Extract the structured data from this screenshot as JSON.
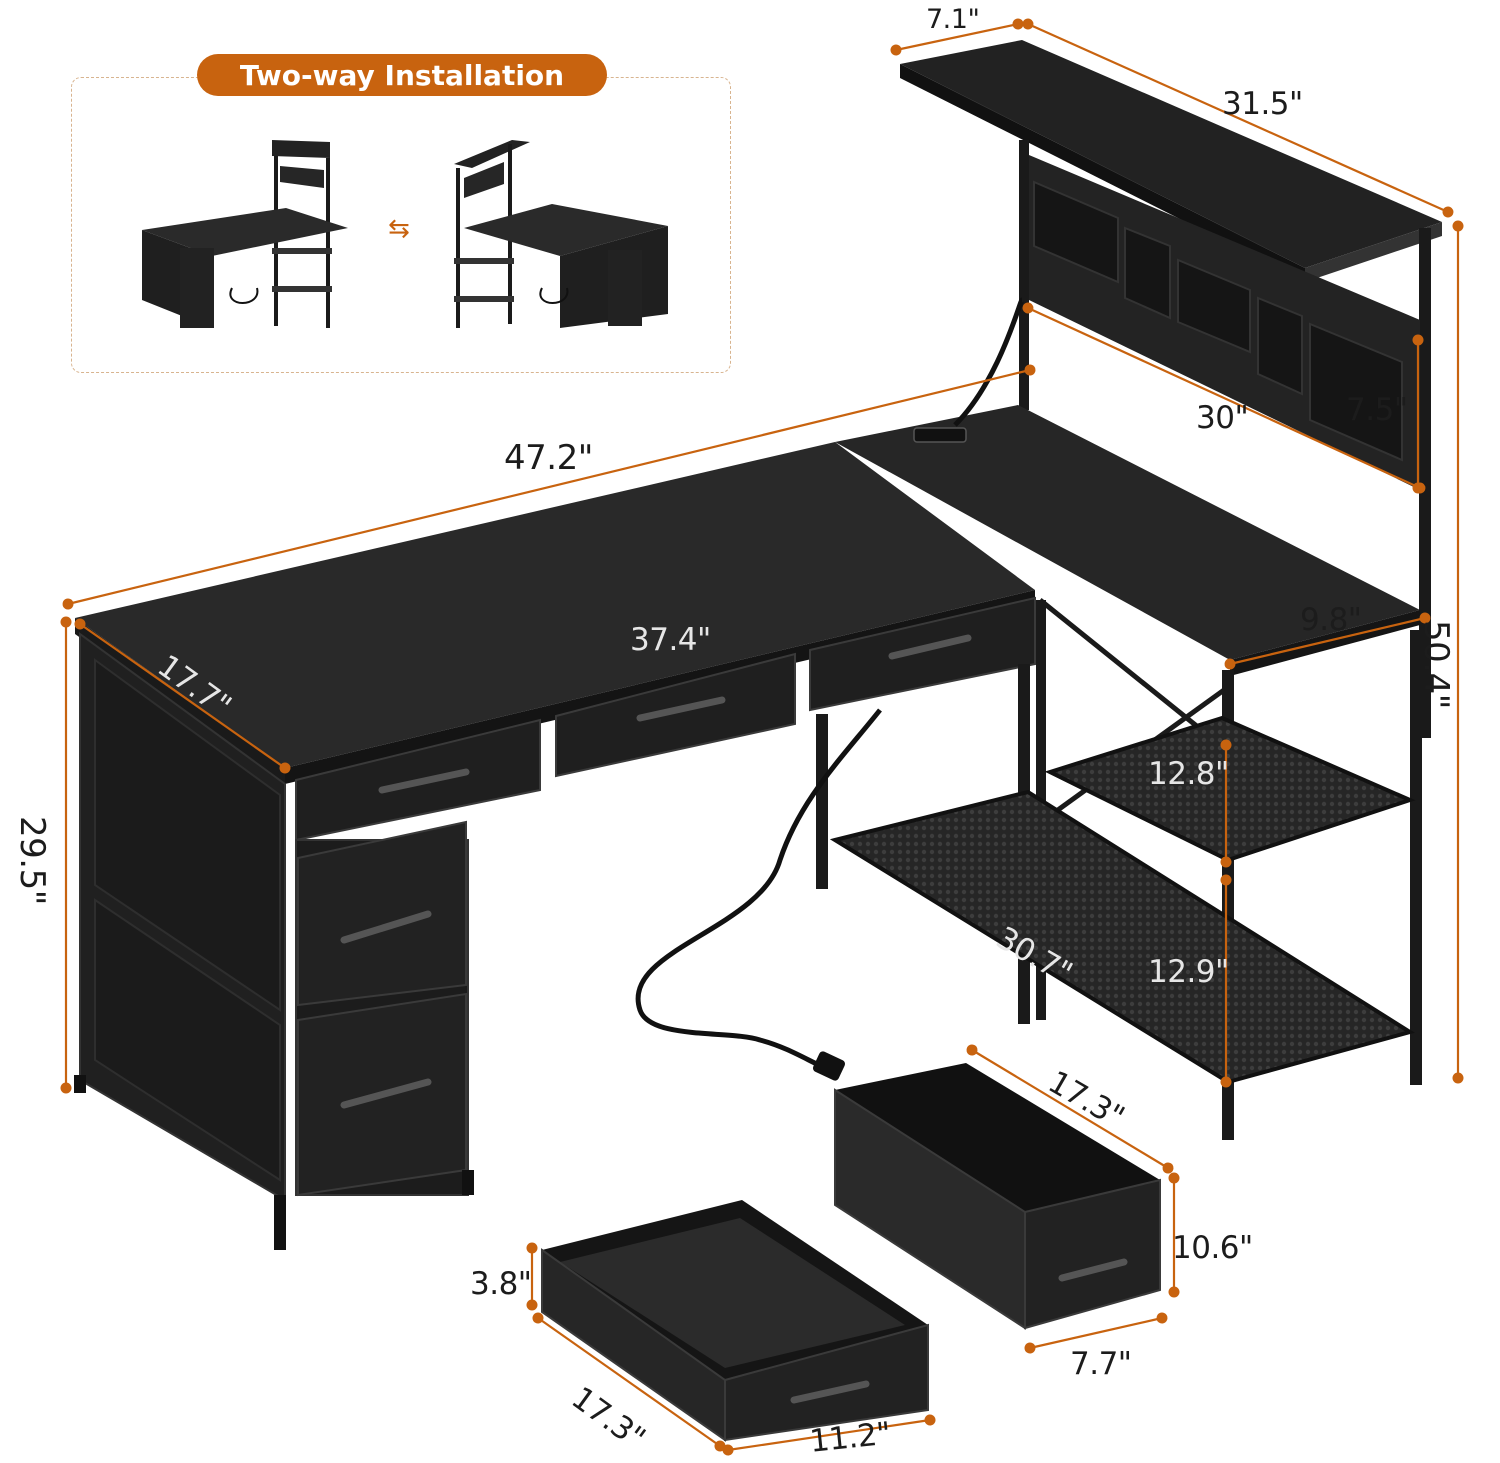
{
  "banner": {
    "title": "Two-way Installation"
  },
  "colors": {
    "accent": "#c8630f",
    "desk_black": "#1e1e1e",
    "frame_black": "#2a2a2a",
    "dimension_line": "#c8630f"
  },
  "icons": {
    "swap": "swap-arrows-icon"
  },
  "dimensions": {
    "hutch_depth": "7.1\"",
    "hutch_width": "31.5\"",
    "desk_length": "47.2\"",
    "shelf_span": "30\"",
    "pocket_height": "7.5\"",
    "total_height": "50.4\"",
    "side_depth": "9.8\"",
    "drawer_row_width": "37.4\"",
    "desk_depth": "17.7\"",
    "desk_height": "29.5\"",
    "shelf_gap_upper": "12.8\"",
    "shelf_length": "30.7\"",
    "shelf_gap_lower": "12.9\"",
    "large_bin_length": "17.3\"",
    "large_bin_height": "10.6\"",
    "large_bin_width": "7.7\"",
    "small_bin_height": "3.8\"",
    "small_bin_length": "17.3\"",
    "small_bin_width": "11.2\""
  }
}
